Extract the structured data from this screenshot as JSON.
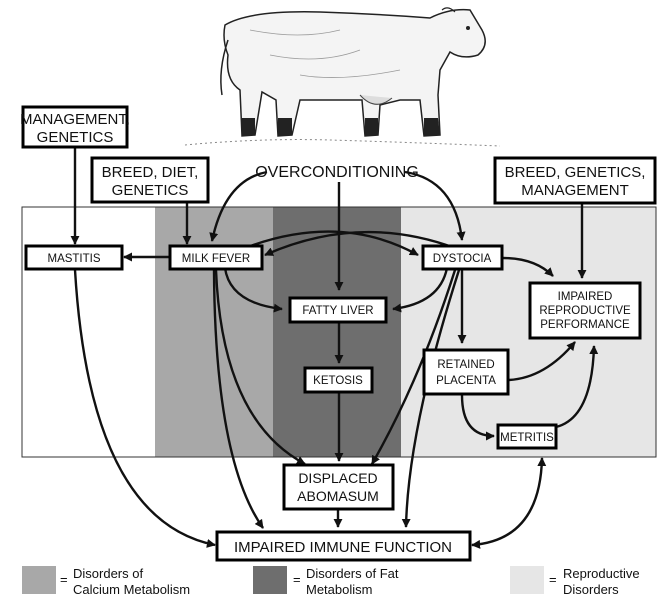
{
  "title_center": "OVERCONDITIONING",
  "boxes": {
    "management_genetics": [
      "MANAGEMENT,",
      "GENETICS"
    ],
    "breed_diet_genetics": [
      "BREED, DIET,",
      "GENETICS"
    ],
    "breed_genetics_management": [
      "BREED, GENETICS,",
      "MANAGEMENT"
    ],
    "mastitis": "MASTITIS",
    "milk_fever": "MILK FEVER",
    "dystocia": "DYSTOCIA",
    "fatty_liver": "FATTY LIVER",
    "ketosis": "KETOSIS",
    "retained_placenta": [
      "RETAINED",
      "PLACENTA"
    ],
    "metritis": "METRITIS",
    "impaired_repro": [
      "IMPAIRED",
      "REPRODUCTIVE",
      "PERFORMANCE"
    ],
    "displaced_abomasum": [
      "DISPLACED",
      "ABOMASUM"
    ],
    "impaired_immune": "IMPAIRED IMMUNE FUNCTION"
  },
  "legend": [
    {
      "swatch": "#a8a8a8",
      "eq": "=",
      "lines": [
        "Disorders of",
        "Calcium Metabolism"
      ]
    },
    {
      "swatch": "#6e6e6e",
      "eq": "=",
      "lines": [
        "Disorders of Fat",
        "Metabolism"
      ]
    },
    {
      "swatch": "#e6e6e6",
      "eq": "=",
      "lines": [
        "Reproductive",
        "Disorders"
      ]
    }
  ],
  "colors": {
    "calcium_band": "#a8a8a8",
    "fat_band": "#6e6e6e",
    "repro_band": "#e6e6e6",
    "cow_body": "#f4f4f4",
    "cow_outline": "#222222"
  },
  "icons": [
    "cow-illustration"
  ]
}
